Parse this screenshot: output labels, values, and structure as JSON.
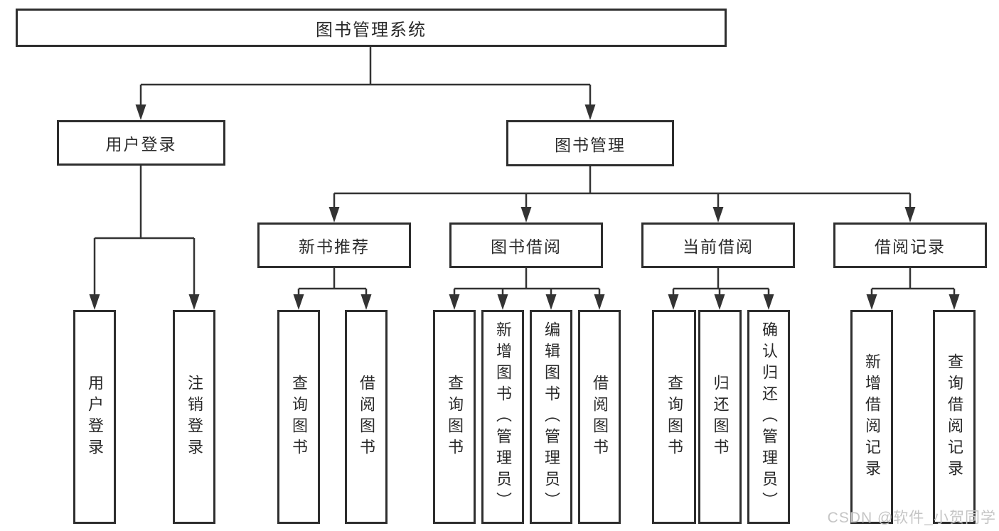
{
  "diagram": {
    "root": {
      "label": "图书管理系统"
    },
    "level2": [
      {
        "label": "用户登录"
      },
      {
        "label": "图书管理"
      }
    ],
    "level3": [
      {
        "label": "新书推荐"
      },
      {
        "label": "图书借阅"
      },
      {
        "label": "当前借阅"
      },
      {
        "label": "借阅记录"
      }
    ],
    "leaves": {
      "login": [
        "用户登录",
        "注销登录"
      ],
      "recommend": [
        "查询图书",
        "借阅图书"
      ],
      "borrow": [
        "查询图书",
        "新增图书（管理员）",
        "编辑图书（管理员）",
        "借阅图书"
      ],
      "current": [
        "查询图书",
        "归还图书",
        "确认归还（管理员）"
      ],
      "records": [
        "新增借阅记录",
        "查询借阅记录"
      ]
    }
  },
  "watermark": {
    "text": "CSDN @软件_小贺同学"
  },
  "colors": {
    "line": "#333333",
    "box_border": "#2e2e2e",
    "text": "#2a2a2a",
    "background": "#ffffff",
    "watermark": "#c5c5c5"
  }
}
